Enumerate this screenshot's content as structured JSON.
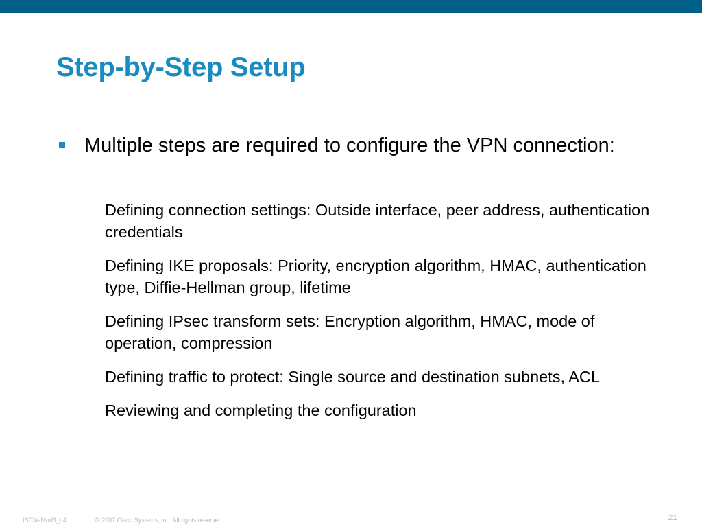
{
  "slide": {
    "title": "Step-by-Step Setup",
    "main_bullet": "Multiple steps are required to configure the VPN connection:",
    "sub_items": [
      "Defining connection settings: Outside interface, peer address, authentication credentials",
      "Defining IKE proposals: Priority, encryption algorithm, HMAC, authentication type, Diffie-Hellman group, lifetime",
      "Defining IPsec transform sets: Encryption algorithm, HMAC, mode of operation, compression",
      "Defining traffic to protect: Single source and destination subnets, ACL",
      "Reviewing and completing the configuration"
    ]
  },
  "footer": {
    "course_code": "ISCW-Mod3_L4",
    "copyright": "© 2007 Cisco Systems, Inc. All rights reserved.",
    "page_number": "21"
  },
  "colors": {
    "top_bar": "#005f87",
    "title": "#1a8bbf",
    "bullet": "#1a8bbf",
    "footer_text": "#b9b9b9"
  },
  "icons": {
    "bullet": "square-bullet-icon"
  }
}
